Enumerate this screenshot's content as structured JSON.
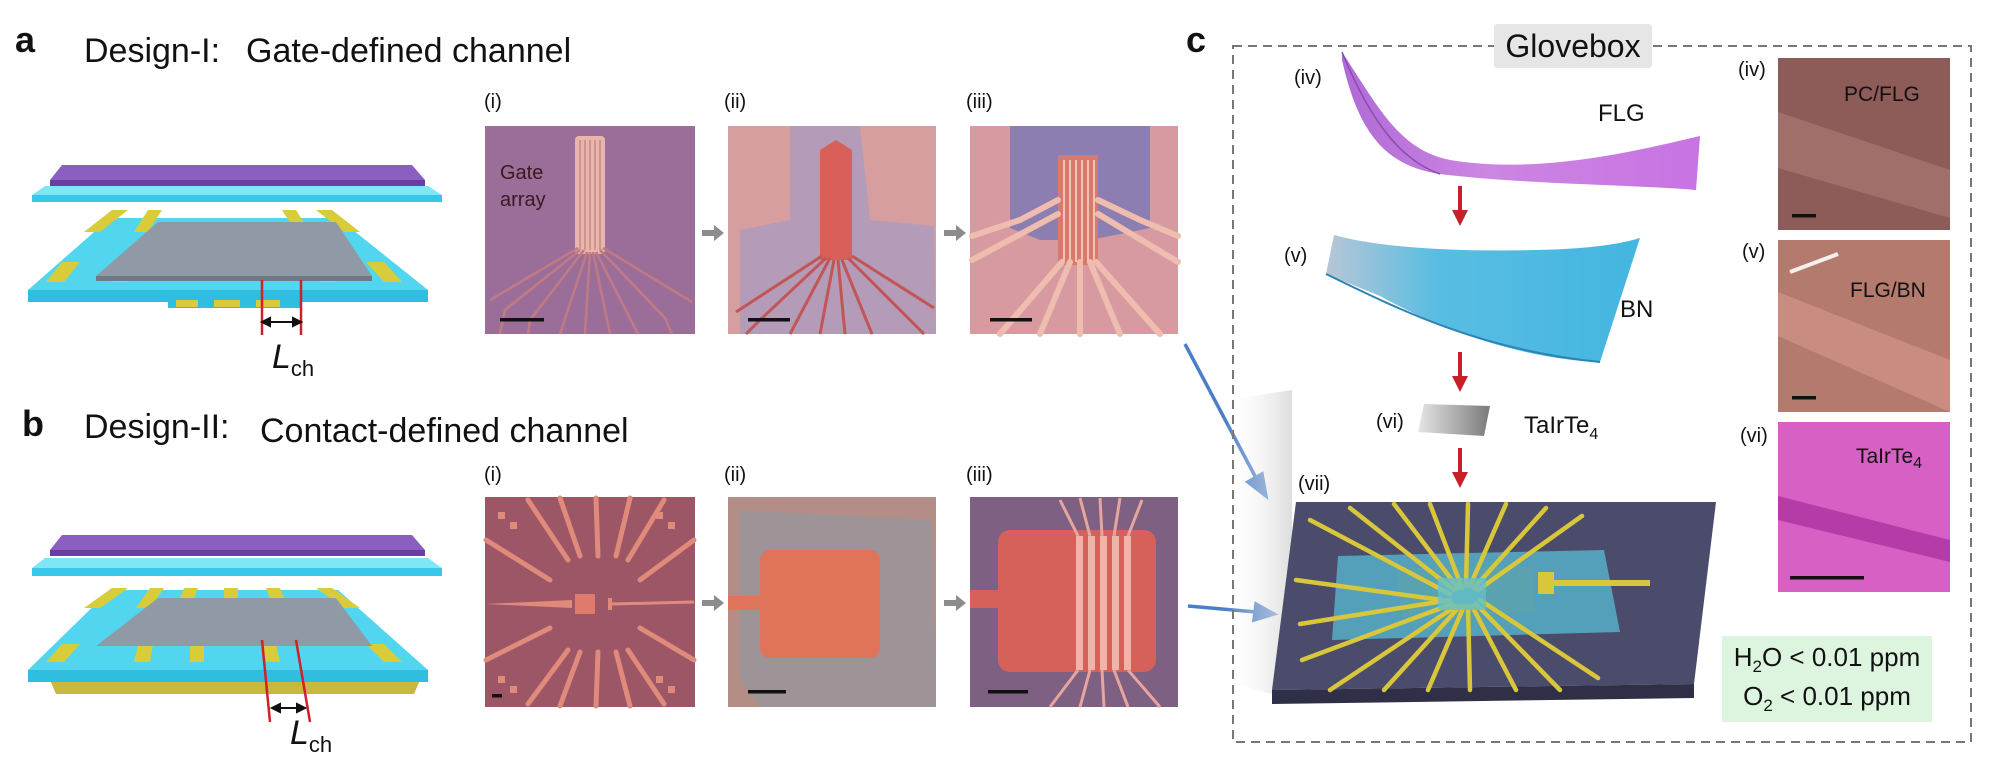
{
  "panels": {
    "a": {
      "letter": "a",
      "design": "Design-I:",
      "title": "Gate-defined channel",
      "steps": [
        "(i)",
        "(ii)",
        "(iii)"
      ],
      "gate_label_line1": "Gate",
      "gate_label_line2": "array",
      "lch_main": "L",
      "lch_sub": "ch"
    },
    "b": {
      "letter": "b",
      "design": "Design-II:",
      "title": "Contact-defined channel",
      "steps": [
        "(i)",
        "(ii)",
        "(iii)"
      ],
      "lch_main": "L",
      "lch_sub": "ch"
    },
    "c": {
      "letter": "c",
      "glovebox": "Glovebox",
      "flow": [
        {
          "step": "(iv)",
          "material": "FLG"
        },
        {
          "step": "(v)",
          "material": "BN"
        },
        {
          "step": "(vi)",
          "material": "TaIrTe",
          "material_sub": "4"
        },
        {
          "step": "(vii)"
        }
      ],
      "micrographs": [
        {
          "step": "(iv)",
          "label": "PC/FLG"
        },
        {
          "step": "(v)",
          "label": "FLG/BN"
        },
        {
          "step": "(vi)",
          "label": "TaIrTe",
          "label_sub": "4"
        }
      ],
      "environment": {
        "line1_pre": "H",
        "line1_sub": "2",
        "line1_post": "O < 0.01 ppm",
        "line2_pre": "O",
        "line2_sub": "2",
        "line2_post": " < 0.01 ppm"
      }
    }
  },
  "colors": {
    "hbn": "#4fd3ec",
    "top_gate": "#8a5fc0",
    "graphite_gray": "#8d9aa8",
    "gold": "#cfc040",
    "flow_arrow": "#c8202a",
    "transfer_arrow": "#4a7fc8",
    "step_arrow": "#8c8c8c",
    "flg_film": "#c070d8",
    "bn_film": "#4ab8df",
    "substrate": "#4a4a68",
    "env_box": "#ddf5df"
  }
}
